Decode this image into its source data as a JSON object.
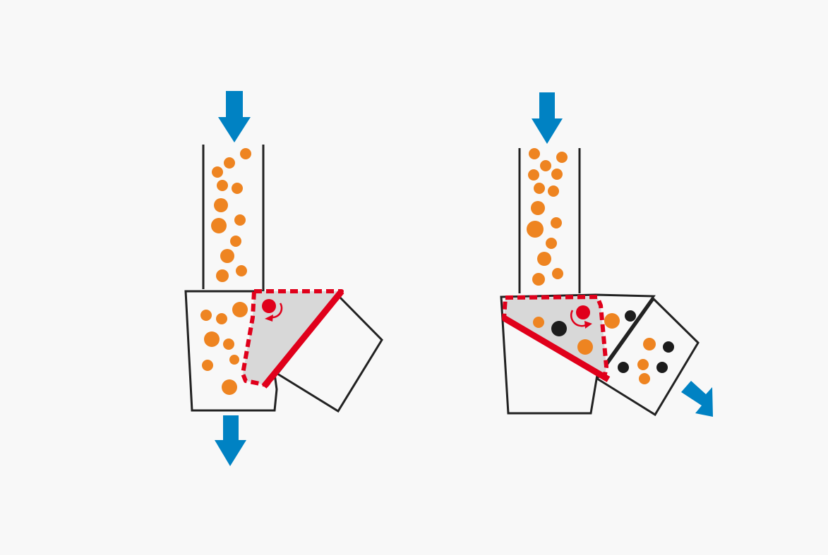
{
  "colors": {
    "background": "#f8f8f8",
    "outline": "#222222",
    "pellet": "#ee8421",
    "foreign_particle": "#1c1c1c",
    "flap": "#e0001b",
    "flap_fill": "#d8d8d8",
    "flow_arrow": "#0082c3"
  },
  "states": [
    {
      "id": "passing",
      "flap_position": "open",
      "flow_outlet": "down",
      "foreign_particles": 0
    },
    {
      "id": "rejecting",
      "flap_position": "closed",
      "flow_outlet": "side",
      "foreign_particles": 5
    }
  ]
}
